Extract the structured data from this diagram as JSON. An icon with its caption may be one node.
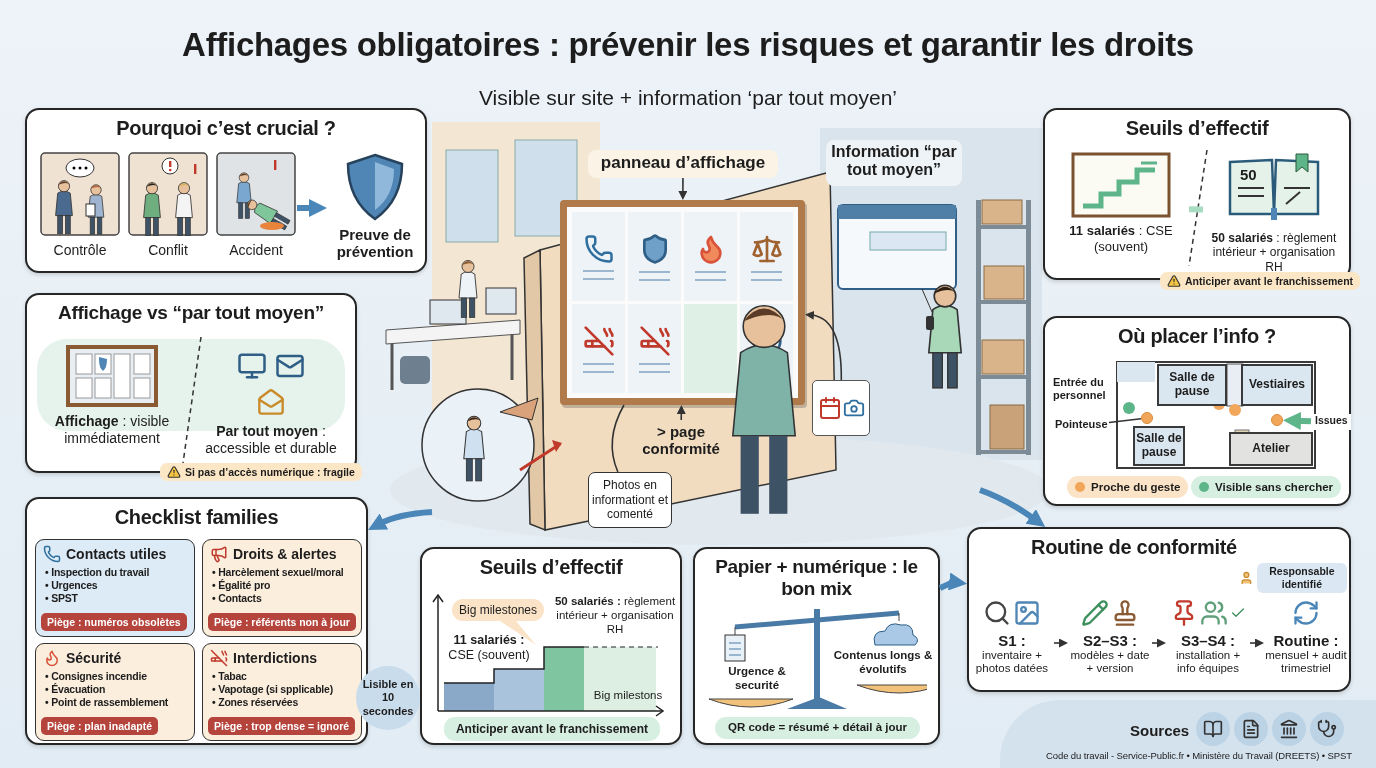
{
  "diagram": {
    "title": "Affichages obligatoires : prévenir les risques et garantir les droits",
    "nodes": [
      {
        "text": [
          "Pourquoi c’est crucial ?"
        ]
      },
      {
        "text": [
          "Contrôle"
        ],
        "in": 0
      },
      {
        "text": [
          "Conflit"
        ],
        "in": 0
      },
      {
        "text": [
          "Accident"
        ],
        "in": 0
      },
      {
        "text": [
          "Preuve de prévention"
        ],
        "in": 0
      },
      {
        "text": [
          "Affichage vs “par tout moyen”"
        ],
        "beside": [
          "Si pas d’accès numérique : fragile"
        ]
      },
      {
        "text": [
          "**Affichage** : visible immédiatement"
        ],
        "in": 5
      },
      {
        "text": [
          "**Par tout moyen** : accessible et durable"
        ],
        "in": 5
      },
      {
        "text": [
          "panneau d’affichage"
        ]
      },
      {
        "text": [],
        "shape": "picture"
      },
      {
        "text": [
          "Information “par tout moyen”"
        ]
      },
      {
        "text": [
          "> page conformité"
        ]
      },
      {
        "text": [
          "Photos en informationt et comenté"
        ]
      },
      {
        "text": [],
        "shape": "picture"
      },
      {
        "text": [
          "Seuils d’effectif"
        ],
        "beside": [
          "Anticiper avant le franchissement"
        ]
      },
      {
        "text": [
          "**11 salariés** : CSE (souvent)"
        ],
        "in": 14
      },
      {
        "text": [
          "50",
          "**50 salariés** : règlement intérieur + organisation RH"
        ],
        "in": 14
      },
      {
        "text": [
          "Où placer l’info ?"
        ]
      },
      {
        "text": [
          "Salle de pause"
        ],
        "in": 17
      },
      {
        "text": [
          "Vestiaires"
        ],
        "in": 17
      },
      {
        "text": [
          "Salle de pause"
        ],
        "in": 17
      },
      {
        "text": [
          "Atelier"
        ],
        "in": 17
      },
      {
        "text": [
          "Entrée du personnel"
        ],
        "in": 17
      },
      {
        "text": [
          "Pointeuse"
        ],
        "in": 17
      },
      {
        "text": [
          "Issues"
        ],
        "in": 17
      },
      {
        "text": [],
        "shape": "circle",
        "in": 17
      },
      {
        "text": [],
        "shape": "circle",
        "in": 17
      },
      {
        "text": [
          "Checklist families"
        ]
      },
      {
        "text": [
          "Contacts utiles",
          "• Inspection du travail",
          "• Urgences",
          "• SPST",
          "Piège : numéros obsolètes"
        ],
        "in": 27
      },
      {
        "text": [
          "Droits & alertes",
          "• Harcèlement sexuel/moral",
          "• Égalité pro",
          "• Contacts",
          "Piège : référents non à jour"
        ],
        "in": 27
      },
      {
        "text": [
          "Sécurité",
          "• Consignes incendie",
          "• Évacuation",
          "• Point de rassemblement",
          "Piège : plan inadapté"
        ],
        "in": 27
      },
      {
        "text": [
          "Interdictions",
          "• Tabac",
          "• Vapotage (si spplicable)",
          "• Zones réservées",
          "Piège : trop dense = ignoré"
        ],
        "in": 27
      },
      {
        "text": [
          "Seuils d’effectif",
          "Big milestones",
          "**11 salariés :** CSE (souvent)",
          "**50 salariés :** règlement intérieur + organisation RH",
          "Big milestons",
          "Anticiper avant le franchissement"
        ]
      },
      {
        "text": [
          "Papier + numérique : le bon mix",
          "Urgence & securité",
          "Contenus longs & évolutifs",
          "QR code = résumé + détail à jour"
        ]
      },
      {
        "text": [
          "Routine de conformité"
        ]
      },
      {
        "text": [
          "S1 :",
          "inventaire + photos datées"
        ],
        "in": 34
      },
      {
        "text": [
          "S2–S3 :",
          "modèles + date + version"
        ],
        "in": 34
      },
      {
        "text": [
          "S3–S4 :",
          "installation + info équipes"
        ],
        "in": 34
      },
      {
        "text": [
          "Routine :",
          "mensuel + audit trimestriel"
        ],
        "in": 34
      },
      {
        "text": [
          "Responsable identifié"
        ],
        "in": 34
      }
    ],
    "edges": [
      {
        "from": 3,
        "to": 4,
        "arrow": "to",
        "style": "thick",
        "color": "#4a86b8"
      },
      {
        "from": 8,
        "to": 9,
        "arrow": "to"
      },
      {
        "from": 11,
        "to": 9,
        "arrow": "to"
      },
      {
        "from": 12,
        "to": 9,
        "arrow": "none"
      },
      {
        "from": 13,
        "to": 9,
        "arrow": "to"
      },
      {
        "from": 15,
        "to": 16,
        "arrow": "none",
        "style": "thick",
        "color": "#a8dcc0"
      },
      {
        "from": 23,
        "to": 25,
        "arrow": "none"
      },
      {
        "from": 24,
        "to": 26,
        "arrow": "to",
        "style": "thick",
        "color": "#5fb58a"
      },
      {
        "from": null,
        "to": 27,
        "arrow": "to",
        "style": "thick",
        "color": "#4a86b8"
      },
      {
        "from": null,
        "to": 34,
        "arrow": "to",
        "style": "thick",
        "color": "#4a86b8"
      },
      {
        "from": 33,
        "to": 34,
        "arrow": "to",
        "style": "thick",
        "color": "#4a86b8"
      },
      {
        "from": 35,
        "to": 36,
        "arrow": "to"
      },
      {
        "from": 36,
        "to": 37,
        "arrow": "to"
      },
      {
        "from": 37,
        "to": 38,
        "arrow": "to"
      }
    ],
    "labels": [
      "Visible sur site + information ‘par tout moyen’",
      "Lisible en 10 secondes",
      "Sources",
      "Code du travail - Service-Public.fr • Ministère du Travail (DREETS) • SPST"
    ],
    "legend": [
      {
        "text": "Proche du geste",
        "color": "#f2a65a"
      },
      {
        "text": "Visible sans chercher",
        "color": "#5fb58a"
      }
    ]
  }
}
